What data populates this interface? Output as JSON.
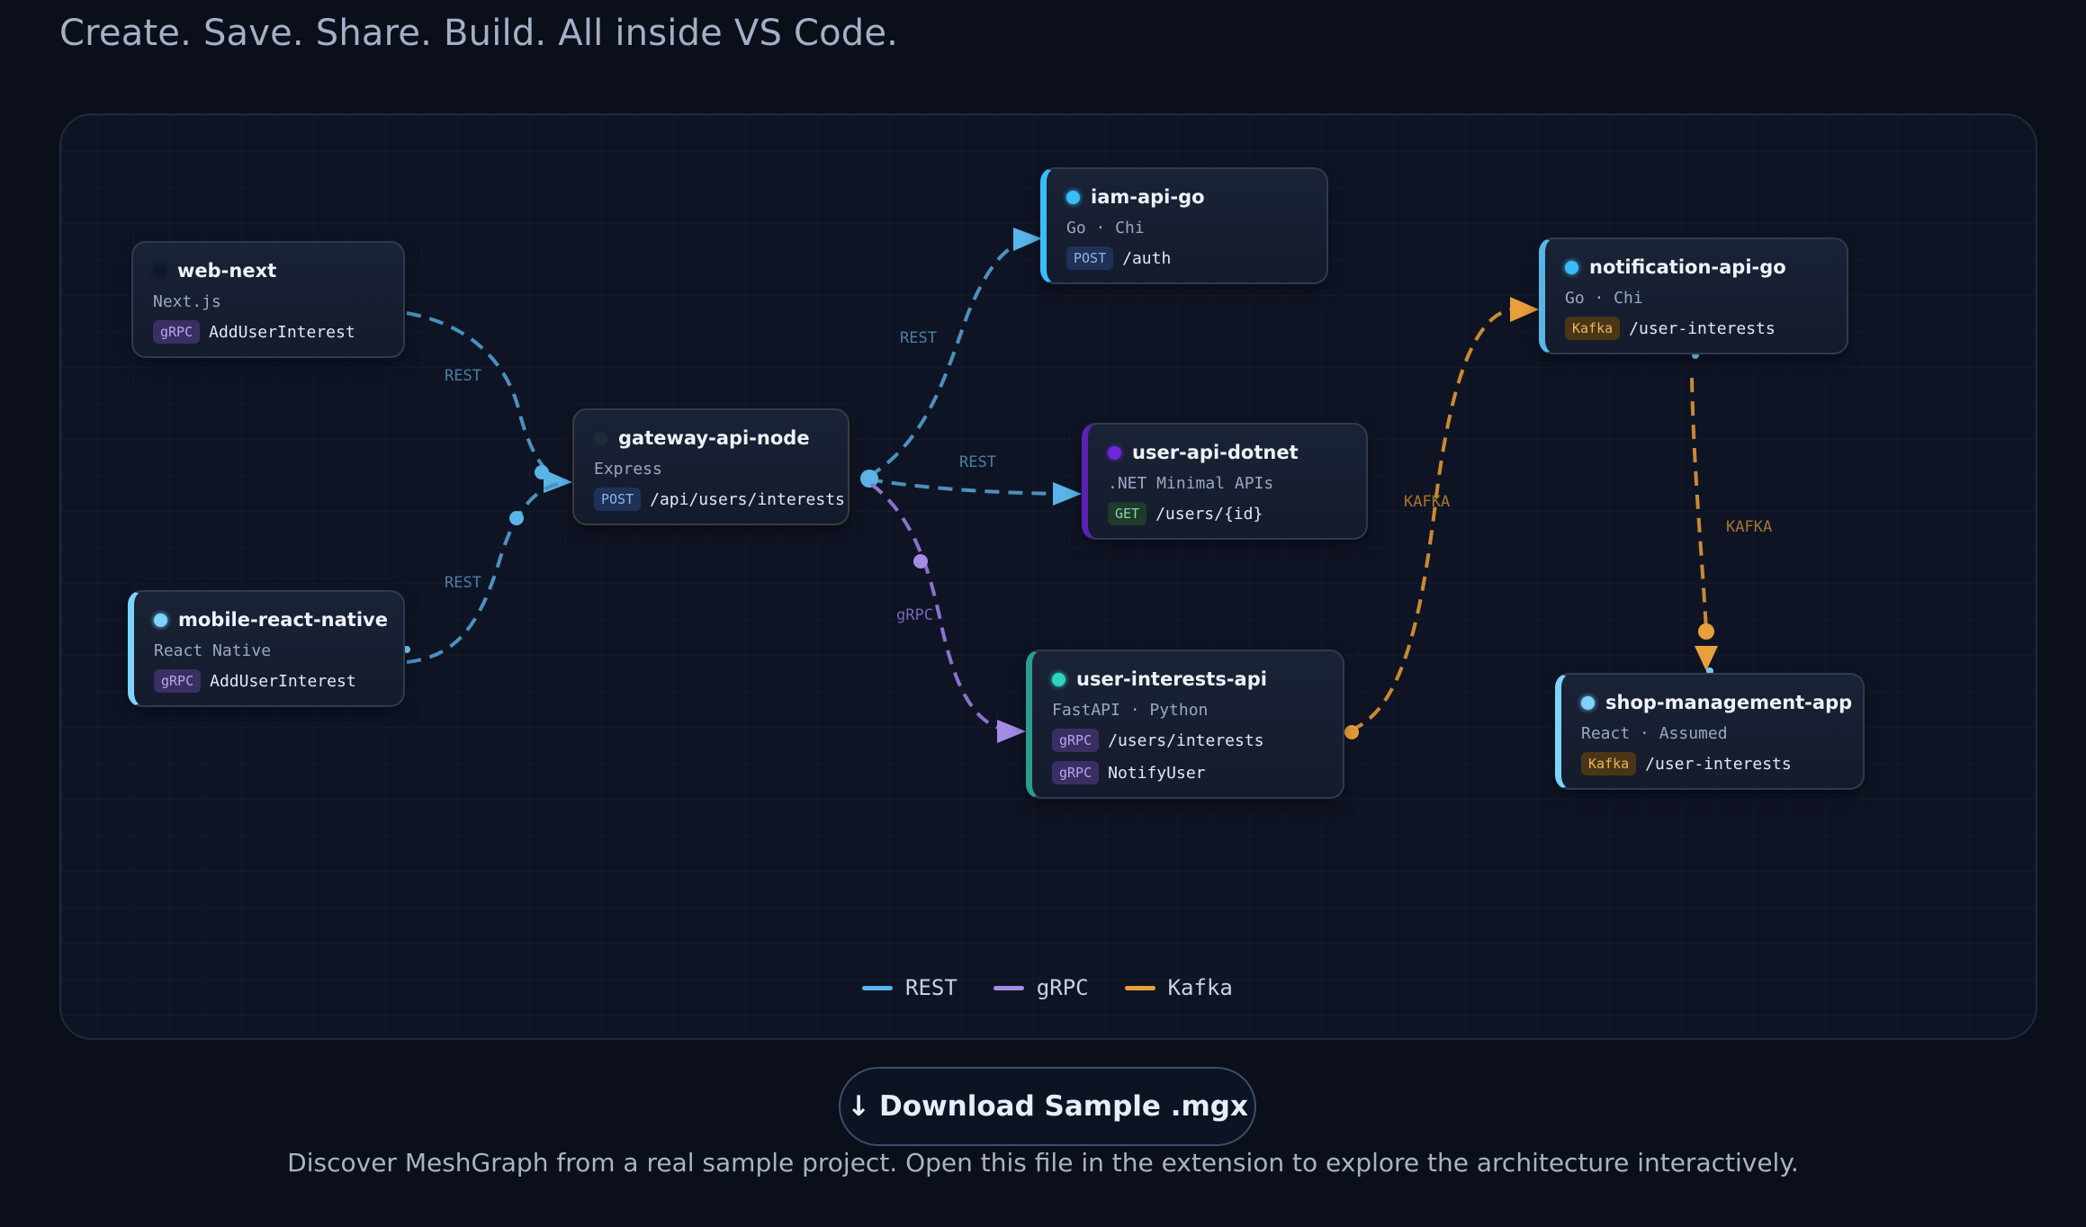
{
  "headline": "Create. Save. Share. Build. All inside VS Code.",
  "colors": {
    "rest": "#5ab4e8",
    "grpc": "#a58be6",
    "kafka": "#e8a03c"
  },
  "nodes": {
    "web_next": {
      "title": "web-next",
      "subtitle": "Next.js",
      "dot_color": "#0f172a",
      "accent_color": "#2e3a52",
      "endpoints": [
        {
          "badge": "gRPC",
          "kind": "grpc",
          "path": "AddUserInterest"
        }
      ]
    },
    "mobile_react_native": {
      "title": "mobile-react-native",
      "subtitle": "React Native",
      "dot_color": "#7dd3fc",
      "accent_color": "#7dd3fc",
      "endpoints": [
        {
          "badge": "gRPC",
          "kind": "grpc",
          "path": "AddUserInterest"
        }
      ]
    },
    "gateway_api_node": {
      "title": "gateway-api-node",
      "subtitle": "Express",
      "dot_color": "#1f2937",
      "accent_color": "#3a3a3a",
      "endpoints": [
        {
          "badge": "POST",
          "kind": "post",
          "path": "/api/users/interests"
        }
      ]
    },
    "iam_api_go": {
      "title": "iam-api-go",
      "subtitle": "Go · Chi",
      "dot_color": "#38bdf8",
      "accent_color": "#38bdf8",
      "endpoints": [
        {
          "badge": "POST",
          "kind": "post",
          "path": "/auth"
        }
      ]
    },
    "user_api_dotnet": {
      "title": "user-api-dotnet",
      "subtitle": ".NET Minimal APIs",
      "dot_color": "#6d28d9",
      "accent_color": "#5b21b6",
      "endpoints": [
        {
          "badge": "GET",
          "kind": "get",
          "path": "/users/{id}"
        }
      ]
    },
    "user_interests_api": {
      "title": "user-interests-api",
      "subtitle": "FastAPI · Python",
      "dot_color": "#2dd4bf",
      "accent_color": "#2a9d8f",
      "endpoints": [
        {
          "badge": "gRPC",
          "kind": "grpc",
          "path": "/users/interests"
        },
        {
          "badge": "gRPC",
          "kind": "grpc",
          "path": "NotifyUser"
        }
      ]
    },
    "notification_api_go": {
      "title": "notification-api-go",
      "subtitle": "Go · Chi",
      "dot_color": "#38bdf8",
      "accent_color": "#5ab4e8",
      "endpoints": [
        {
          "badge": "Kafka",
          "kind": "kafka",
          "path": "/user-interests"
        }
      ]
    },
    "shop_management_app": {
      "title": "shop-management-app",
      "subtitle": "React · Assumed",
      "dot_color": "#7dd3fc",
      "accent_color": "#7dd3fc",
      "endpoints": [
        {
          "badge": "Kafka",
          "kind": "kafka",
          "path": "/user-interests"
        }
      ]
    }
  },
  "edge_labels": {
    "web_to_gateway": "REST",
    "mobile_to_gateway": "REST",
    "gateway_to_iam": "REST",
    "gateway_to_user": "REST",
    "gateway_to_interests": "gRPC",
    "interests_to_notification": "KAFKA",
    "notification_to_shop": "KAFKA"
  },
  "legend": [
    {
      "label": "REST",
      "color": "#5ab4e8"
    },
    {
      "label": "gRPC",
      "color": "#a58be6"
    },
    {
      "label": "Kafka",
      "color": "#e8a03c"
    }
  ],
  "download_button": {
    "arrow": "↓",
    "label": "Download Sample .mgx"
  },
  "footnote": "Discover MeshGraph from a real sample project. Open this file in the extension to explore the architecture interactively."
}
